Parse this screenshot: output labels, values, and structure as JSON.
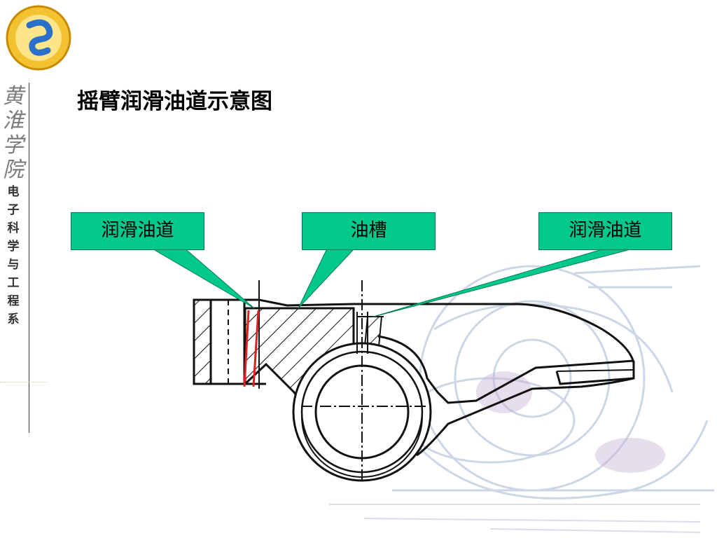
{
  "slide": {
    "title": "摇臂润滑油道示意图",
    "sidebar": {
      "calligraphy": [
        "黄",
        "淮",
        "学",
        "院"
      ],
      "department": [
        "电",
        "子",
        "科",
        "学",
        "与",
        "工",
        "程",
        "系"
      ]
    }
  },
  "callouts": [
    {
      "label": "润滑油道"
    },
    {
      "label": "油槽"
    },
    {
      "label": "润滑油道"
    }
  ],
  "colors": {
    "callout_fill": "#00c98b",
    "highlight_red": "#e02020",
    "logo_gold": "#e7a817",
    "logo_blue": "#2a6fc9"
  }
}
